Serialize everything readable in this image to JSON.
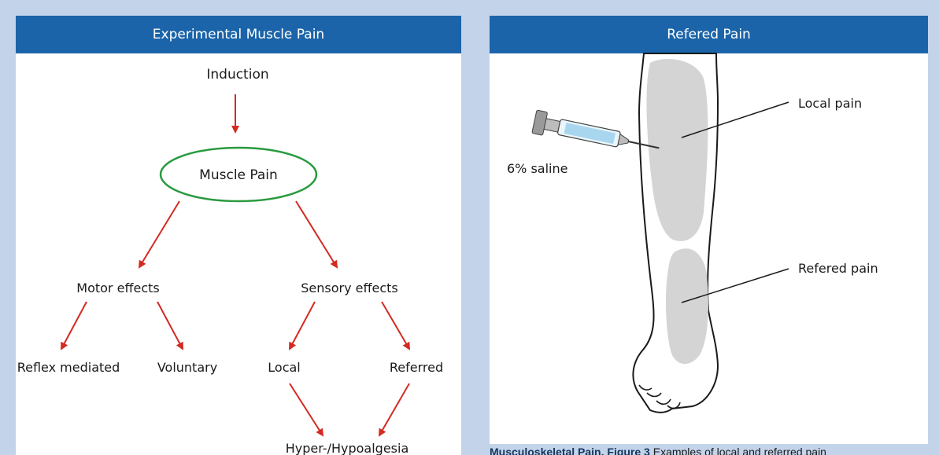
{
  "left_panel": {
    "header": "Experimental Muscle Pain",
    "nodes": {
      "induction": "Induction",
      "muscle_pain": "Muscle Pain",
      "motor_effects": "Motor effects",
      "sensory_effects": "Sensory effects",
      "reflex_mediated": "Reflex mediated",
      "voluntary": "Voluntary",
      "local": "Local",
      "referred": "Referred",
      "hyper_hypoalgesia": "Hyper-/Hypoalgesia"
    },
    "colors": {
      "arrow": "#d32a22",
      "ellipse": "#2a9a3f"
    }
  },
  "right_panel": {
    "header": "Refered Pain",
    "labels": {
      "local_pain": "Local pain",
      "refered_pain": "Refered pain",
      "saline": "6% saline"
    },
    "colors": {
      "pain_area": "#d4d4d4",
      "syringe_fluid": "#a9d6ef"
    }
  },
  "caption": {
    "bold": "Musculoskeletal Pain, Figure 3",
    "text": "Examples of local and referred pain"
  },
  "colors": {
    "header_bg": "#1b64a9",
    "page_bg": "#c3d3ea"
  }
}
